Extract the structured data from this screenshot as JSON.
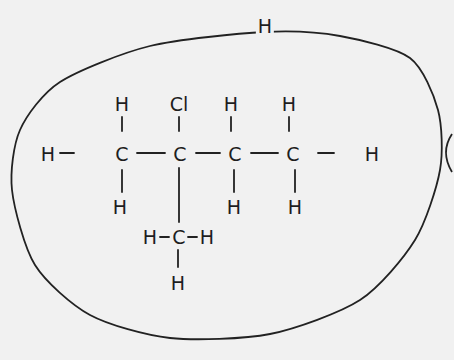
{
  "diagram": {
    "labels": [
      "H",
      "H",
      "Cl",
      "H",
      "H",
      "H",
      "C",
      "C",
      "C",
      "C",
      "H",
      "H",
      "H",
      "H",
      "H",
      "C",
      "H",
      "H"
    ]
  }
}
